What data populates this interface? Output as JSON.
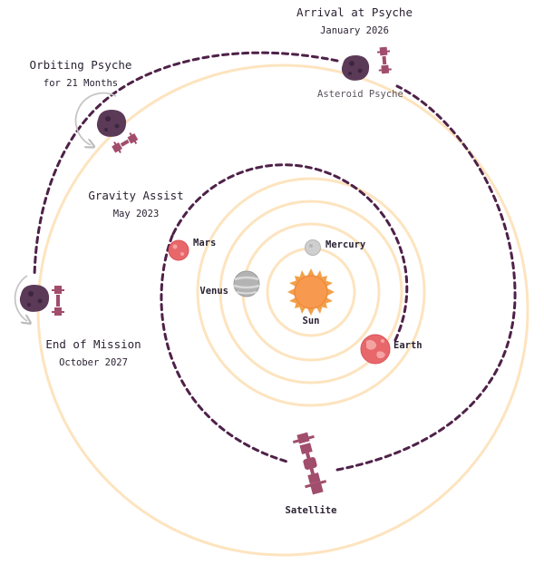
{
  "events": {
    "arrival": {
      "title": "Arrival at Psyche",
      "date": "January 2026"
    },
    "orbiting": {
      "title": "Orbiting Psyche",
      "date": "for 21 Months"
    },
    "gravity": {
      "title": "Gravity Assist",
      "date": "May 2023"
    },
    "end": {
      "title": "End of Mission",
      "date": "October 2027"
    }
  },
  "bodies": {
    "sun": "Sun",
    "mercury": "Mercury",
    "venus": "Venus",
    "earth": "Earth",
    "mars": "Mars",
    "asteroid": "Asteroid Psyche",
    "satellite": "Satellite"
  },
  "colors": {
    "orbit": "#fde4bf",
    "trajectory": "#4e2148",
    "sun": "#f79a4f",
    "spacecraft": "#a14d6c",
    "asteroid": "#5b3a57",
    "mars": "#e8676b",
    "earth": "#e8676b",
    "mercury": "#c8c8c8",
    "venus": "#a9a9a9"
  }
}
